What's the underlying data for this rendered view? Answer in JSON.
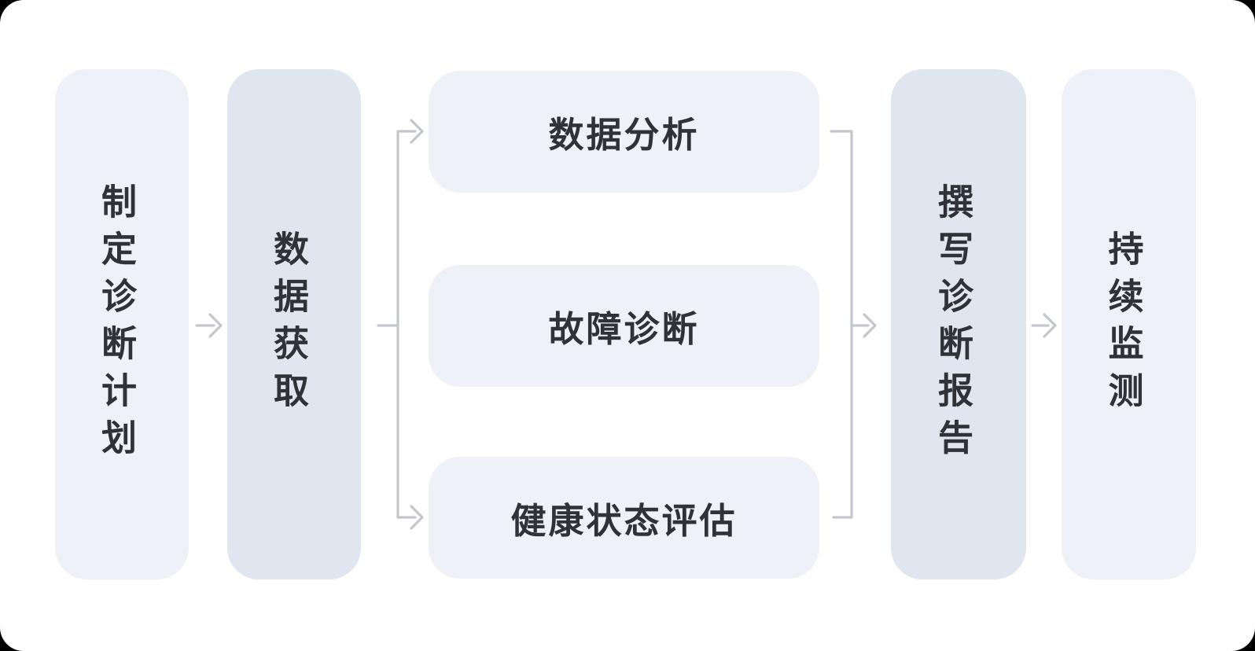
{
  "colors": {
    "page_bg": "#ffffff",
    "outside_bg": "#000000",
    "pillar_light": "#eef1f8",
    "pillar_shaded": "#e0e6ef",
    "task_fill": "#eef1f8",
    "text_color": "#303238",
    "connector_color": "#c3c6cc"
  },
  "flow": {
    "stage1": {
      "label": "制定诊断计划"
    },
    "stage2": {
      "label": "数据获取"
    },
    "tasks": {
      "task1": {
        "label": "数据分析"
      },
      "task2": {
        "label": "故障诊断"
      },
      "task3": {
        "label": "健康状态评估"
      }
    },
    "stage4": {
      "label": "撰写诊断报告"
    },
    "stage5": {
      "label": "持续监测"
    },
    "edges": [
      {
        "from": "制定诊断计划",
        "to": "数据获取"
      },
      {
        "from": "数据获取",
        "to": "数据分析"
      },
      {
        "from": "数据获取",
        "to": "健康状态评估"
      },
      {
        "from": "数据分析/故障诊断/健康状态评估",
        "to": "撰写诊断报告"
      },
      {
        "from": "撰写诊断报告",
        "to": "持续监测"
      }
    ]
  }
}
